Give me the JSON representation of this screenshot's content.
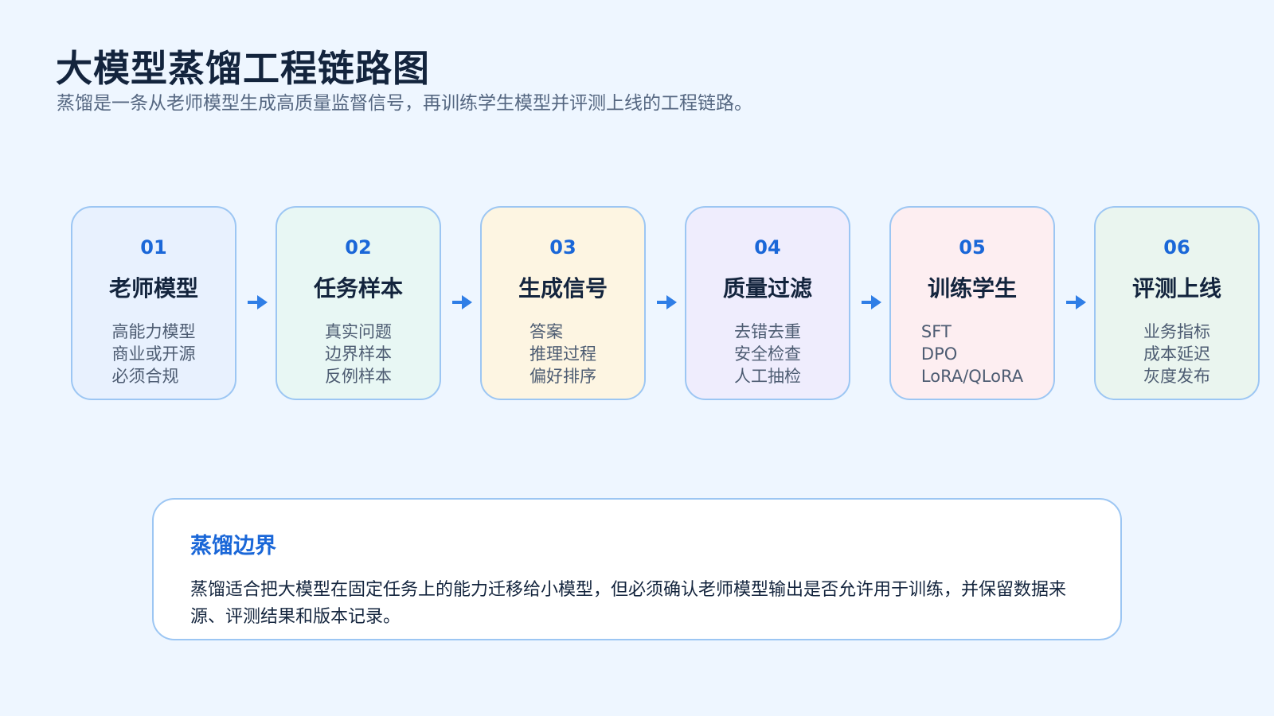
{
  "header": {
    "title": "大模型蒸馏工程链路图",
    "subtitle": "蒸馏是一条从老师模型生成高质量监督信号，再训练学生模型并评测上线的工程链路。"
  },
  "colors": {
    "accent": "#1a67d8",
    "arrow": "#2f7ee6",
    "border": "#9cc6f3",
    "background": "#eef6ff"
  },
  "steps": [
    {
      "num": "01",
      "name": "老师模型",
      "items": [
        "高能力模型",
        "商业或开源",
        "必须合规"
      ],
      "bg": "#e8f1fe"
    },
    {
      "num": "02",
      "name": "任务样本",
      "items": [
        "真实问题",
        "边界样本",
        "反例样本"
      ],
      "bg": "#e8f7f4"
    },
    {
      "num": "03",
      "name": "生成信号",
      "items": [
        "答案",
        "推理过程",
        "偏好排序"
      ],
      "bg": "#fdf5e2"
    },
    {
      "num": "04",
      "name": "质量过滤",
      "items": [
        "去错去重",
        "安全检查",
        "人工抽检"
      ],
      "bg": "#efedfd"
    },
    {
      "num": "05",
      "name": "训练学生",
      "items": [
        "SFT",
        "DPO",
        "LoRA/QLoRA"
      ],
      "bg": "#fdeef1"
    },
    {
      "num": "06",
      "name": "评测上线",
      "items": [
        "业务指标",
        "成本延迟",
        "灰度发布"
      ],
      "bg": "#eaf5ef"
    }
  ],
  "note": {
    "title": "蒸馏边界",
    "body": "蒸馏适合把大模型在固定任务上的能力迁移给小模型，但必须确认老师模型输出是否允许用于训练，并保留数据来源、评测结果和版本记录。"
  }
}
